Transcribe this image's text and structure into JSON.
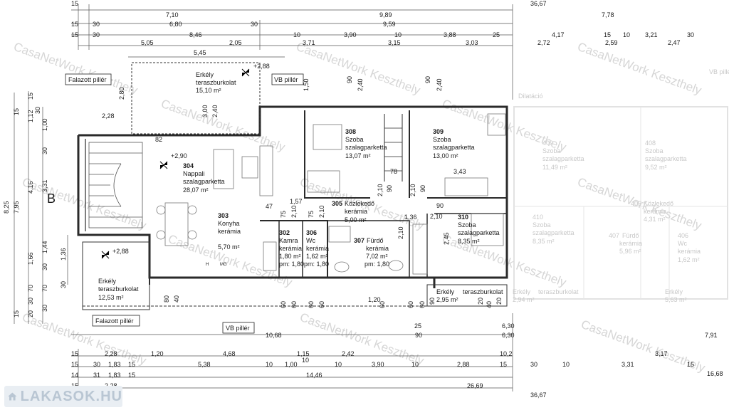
{
  "watermark": "CasaNetWork Keszthely",
  "logo": {
    "text": "LAKASOK.HU",
    "icon": "house-icon"
  },
  "axis_label": "B",
  "dims_top": {
    "row1": [
      "15",
      "7,10",
      "9,89",
      "36,67"
    ],
    "row2": [
      "15",
      "30",
      "6,80",
      "30",
      "9,59",
      "7,78"
    ],
    "row3": [
      "15",
      "30",
      "8,46",
      "10",
      "3,90",
      "10",
      "3,88",
      "25",
      "4,17",
      "15",
      "10",
      "3,21",
      "30"
    ],
    "row4": [
      "5,05",
      "2,05",
      "3,71",
      "3,15",
      "3,03",
      "2,72",
      "2,59",
      "2,47"
    ],
    "row5": [
      "5,45"
    ]
  },
  "dims_bottom": {
    "row1": [
      "15",
      "2,28",
      "1,20",
      "4,68",
      "1,15",
      "2,42",
      "10,2",
      "3,17"
    ],
    "row2": [
      "15",
      "30",
      "1,83",
      "15",
      "5,38",
      "10",
      "1,00",
      "10",
      "10",
      "3,90",
      "10",
      "2,88",
      "15",
      "30",
      "10",
      "3,31",
      "15"
    ],
    "row3": [
      "14",
      "31",
      "1,83",
      "15",
      "14,46",
      "16,68"
    ],
    "row4": [
      "15",
      "2,28",
      "26,69"
    ],
    "row5": [
      "36,67"
    ],
    "extra": [
      "10,68",
      "25",
      "90",
      "6,30",
      "6,30",
      "7,91"
    ]
  },
  "dims_left": [
    "15",
    "1,12",
    "15",
    "30",
    "1,00",
    "30",
    "4,16",
    "3,31",
    "7,95",
    "8,25",
    "1,36",
    "1,66",
    "30",
    "1,44",
    "70",
    "30",
    "70",
    "30",
    "20",
    "15",
    "30"
  ],
  "inner_dims": [
    "2,28",
    "2,80",
    "3,00",
    "2,40",
    "1,50",
    "90",
    "2,40",
    "90",
    "2,40",
    "82",
    "78",
    "3,43",
    "2,10",
    "90",
    "2,10",
    "90",
    "47",
    "1,57",
    "75",
    "2,10",
    "75",
    "2,10",
    "1,36",
    "2,10",
    "2,10",
    "90",
    "2,45",
    "1,20",
    "80",
    "40",
    "60",
    "60",
    "60",
    "60",
    "60",
    "90",
    "20",
    "40",
    "20",
    "60",
    "60"
  ],
  "elevations": [
    "+2,88",
    "+2,90",
    "+2,88"
  ],
  "pillars": {
    "falazott_top": "Falazott pillér",
    "vb_top": "VB pillér",
    "falazott_bottom": "Falazott pillér",
    "vb_bottom": "VB pillér"
  },
  "rooms": [
    {
      "num": "",
      "name": "Erkély",
      "floor": "teraszburkolat",
      "area": "15,10 m²",
      "pm": ""
    },
    {
      "num": "304",
      "name": "Nappali",
      "floor": "szalagparketta",
      "area": "28,07 m²",
      "pm": ""
    },
    {
      "num": "303",
      "name": "Konyha",
      "floor": "kerámia",
      "area": "5,70 m²",
      "pm": ""
    },
    {
      "num": "308",
      "name": "Szoba",
      "floor": "szalagparketta",
      "area": "13,07 m²",
      "pm": ""
    },
    {
      "num": "309",
      "name": "Szoba",
      "floor": "szalagparketta",
      "area": "13,00 m²",
      "pm": ""
    },
    {
      "num": "305",
      "name": "Közlekedő",
      "floor": "kerámia",
      "area": "5,00 m²",
      "pm": ""
    },
    {
      "num": "302",
      "name": "Kamra",
      "floor": "kerámia",
      "area": "1,80 m²",
      "pm": "pm: 1,80"
    },
    {
      "num": "306",
      "name": "Wc",
      "floor": "kerámia",
      "area": "1,62 m²",
      "pm": "pm: 1,80"
    },
    {
      "num": "307",
      "name": "Fürdő",
      "floor": "kerámia",
      "area": "7,02 m²",
      "pm": "pm: 1,80"
    },
    {
      "num": "310",
      "name": "Szoba",
      "floor": "szalagparketta",
      "area": "8,35 m²",
      "pm": ""
    },
    {
      "num": "",
      "name": "Erkély",
      "floor": "teraszburkolat",
      "area": "12,53 m²",
      "pm": ""
    },
    {
      "num": "",
      "name": "Erkély",
      "floor": "teraszburkolat",
      "area": "2,95 m²",
      "pm": ""
    }
  ],
  "ghost_rooms": [
    {
      "num": "409",
      "name": "Szoba",
      "floor": "szalagparketta",
      "area": "11,49 m²"
    },
    {
      "num": "408",
      "name": "Szoba",
      "floor": "szalagparketta",
      "area": "9,52 m²"
    },
    {
      "num": "405",
      "name": "Közlekedő",
      "floor": "kerámia",
      "area": "4,31 m²"
    },
    {
      "num": "410",
      "name": "Szoba",
      "floor": "szalagparketta",
      "area": "8,35 m²"
    },
    {
      "num": "407",
      "name": "Fürdő",
      "floor": "kerámia",
      "area": "5,96 m²"
    },
    {
      "num": "406",
      "name": "Wc",
      "floor": "kerámia",
      "area": "1,62 m²"
    }
  ],
  "ghost_labels": [
    "Dilatáció",
    "Erkély",
    "teraszburkolat",
    "2,94 m²",
    "Erkély",
    "5,63 m²",
    "VB pillér"
  ],
  "kitchen_marks": [
    "H",
    "MG"
  ]
}
